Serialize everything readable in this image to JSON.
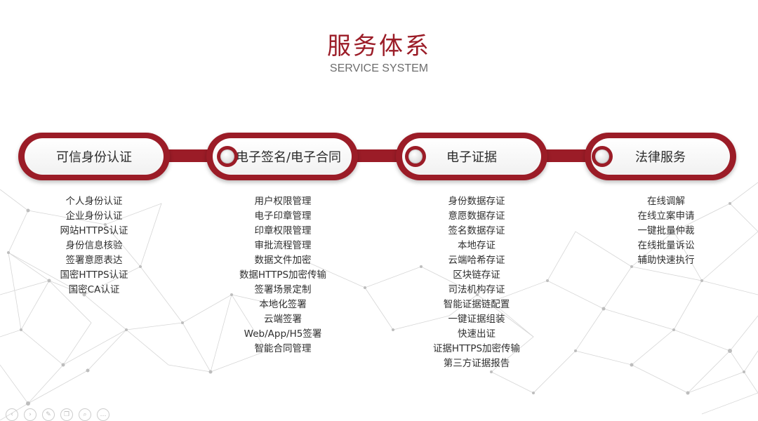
{
  "header": {
    "title": "服务体系",
    "subtitle": "SERVICE SYSTEM"
  },
  "categories": [
    {
      "label": "可信身份认证",
      "items": [
        "个人身份认证",
        "企业身份认证",
        "网站HTTPS认证",
        "身份信息核验",
        "签署意愿表达",
        "国密HTTPS认证",
        "国密CA认证"
      ]
    },
    {
      "label": "电子签名/电子合同",
      "items": [
        "用户权限管理",
        "电子印章管理",
        "印章权限管理",
        "审批流程管理",
        "数据文件加密",
        "数据HTTPS加密传输",
        "签署场景定制",
        "本地化签署",
        "云端签署",
        "Web/App/H5签署",
        "智能合同管理"
      ]
    },
    {
      "label": "电子证据",
      "items": [
        "身份数据存证",
        "意愿数据存证",
        "签名数据存证",
        "本地存证",
        "云端哈希存证",
        "区块链存证",
        "司法机构存证",
        "智能证据链配置",
        "一键证据组装",
        "快速出证",
        "证据HTTPS加密传输",
        "第三方证据报告"
      ]
    },
    {
      "label": "法律服务",
      "items": [
        "在线调解",
        "在线立案申请",
        "一键批量仲裁",
        "在线批量诉讼",
        "辅助快速执行"
      ]
    }
  ],
  "toolbar": {
    "icons": [
      "back-icon",
      "forward-icon",
      "pen-icon",
      "copy-icon",
      "zoom-icon",
      "more-icon"
    ],
    "glyphs": [
      "‹",
      "›",
      "✎",
      "❐",
      "⌕",
      "…"
    ]
  },
  "colors": {
    "accent": "#9b1c27",
    "text": "#2f2f2f",
    "subtitle": "#6d6d6d"
  }
}
